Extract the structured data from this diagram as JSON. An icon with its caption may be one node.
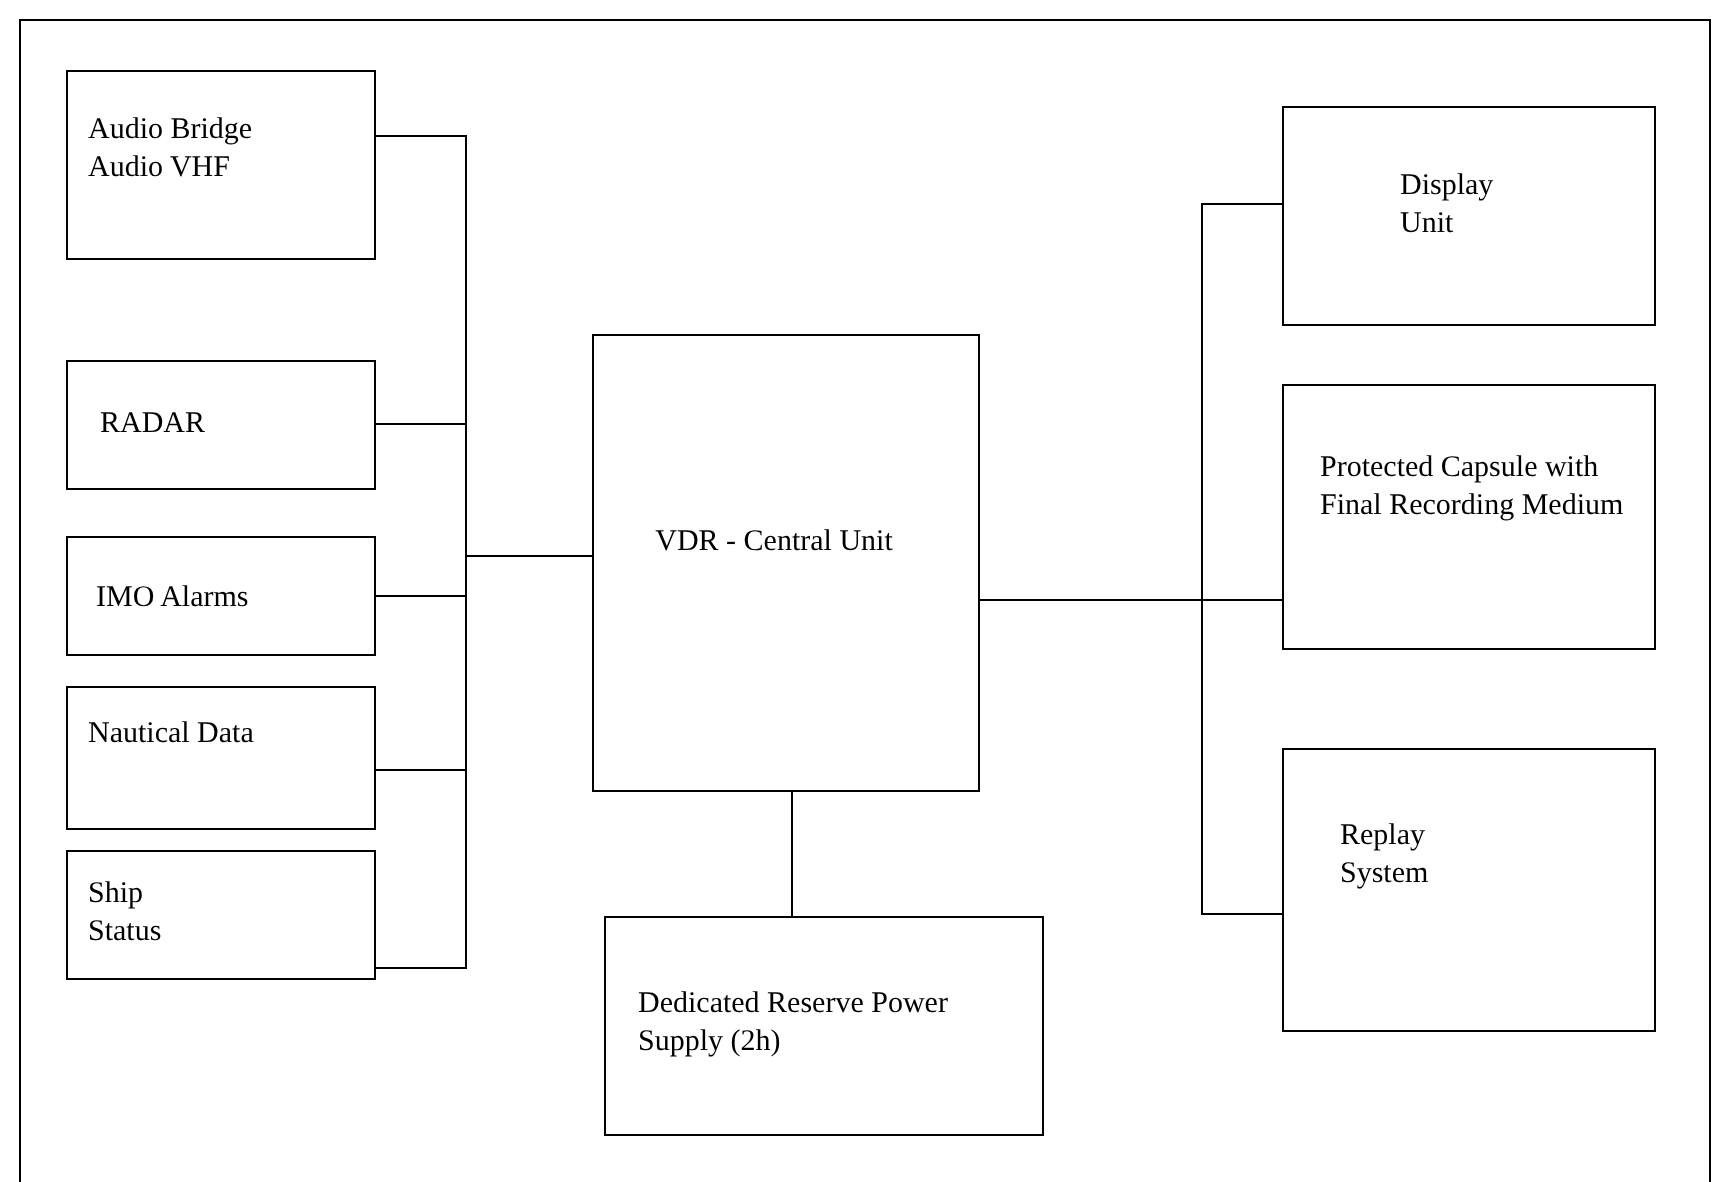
{
  "diagram": {
    "nodes": [
      {
        "text": [
          "Audio Bridge",
          "Audio VHF"
        ]
      },
      {
        "text": [
          "RADAR"
        ]
      },
      {
        "text": [
          "IMO Alarms"
        ]
      },
      {
        "text": [
          "Nautical Data"
        ]
      },
      {
        "text": [
          "Ship Status"
        ]
      },
      {
        "text": [
          "VDR - Central Unit"
        ]
      },
      {
        "text": [
          "Dedicated Reserve Power Supply (2h)"
        ]
      },
      {
        "text": [
          "Display Unit"
        ]
      },
      {
        "text": [
          "Protected Capsule with Final Recording Medium"
        ]
      },
      {
        "text": [
          "Replay System"
        ]
      }
    ],
    "edges": [
      {
        "from": 0,
        "to": 5,
        "arrow": "none"
      },
      {
        "from": 1,
        "to": 5,
        "arrow": "none"
      },
      {
        "from": 2,
        "to": 5,
        "arrow": "none"
      },
      {
        "from": 3,
        "to": 5,
        "arrow": "none"
      },
      {
        "from": 4,
        "to": 5,
        "arrow": "none"
      },
      {
        "from": 5,
        "to": 6,
        "arrow": "none"
      },
      {
        "from": 5,
        "to": 7,
        "arrow": "none"
      },
      {
        "from": 5,
        "to": 8,
        "arrow": "none"
      },
      {
        "from": 5,
        "to": 9,
        "arrow": "none"
      }
    ]
  }
}
